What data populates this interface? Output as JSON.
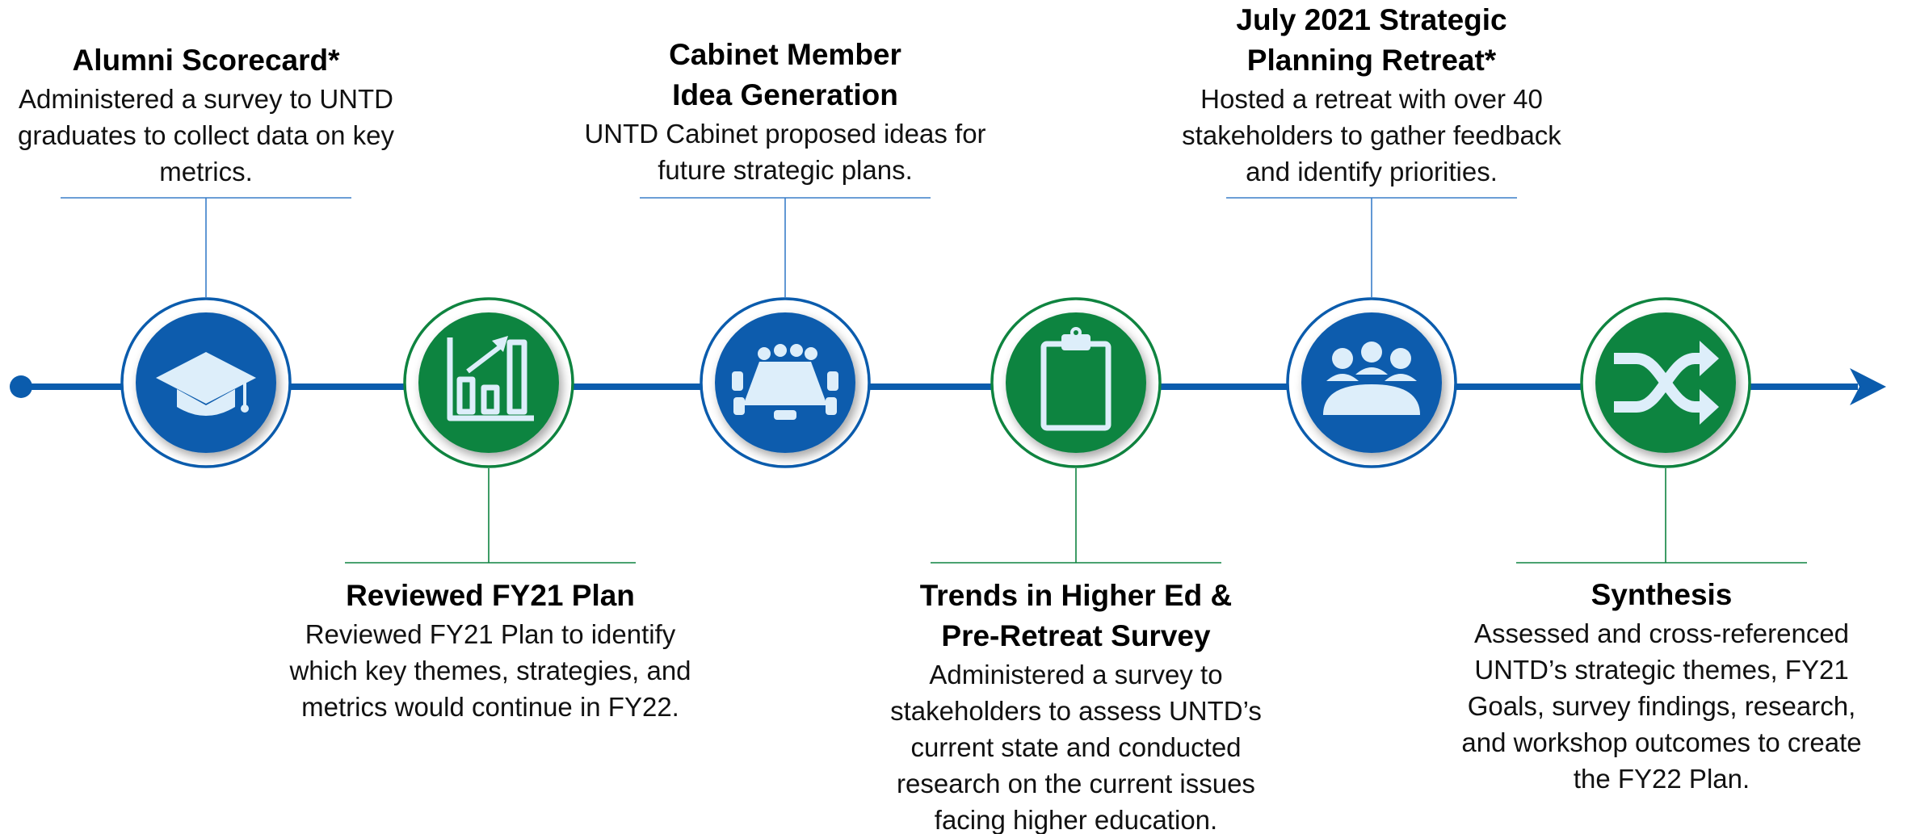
{
  "colors": {
    "blue": "#0b5cad",
    "blue_light": "#3a7ec9",
    "green": "#0f8440",
    "icon_fill": "#ddeefa",
    "text": "#111111"
  },
  "steps": [
    {
      "title": "Alumni Scorecard*",
      "description": "Administered a survey to UNTD graduates to collect data on key metrics.",
      "icon": "graduation-cap-icon",
      "color": "blue",
      "position": "above"
    },
    {
      "title": "Reviewed FY21 Plan",
      "description": "Reviewed FY21 Plan to identify which key themes, strategies, and metrics would continue in FY22.",
      "icon": "bar-chart-growth-icon",
      "color": "green",
      "position": "below"
    },
    {
      "title": "Cabinet Member Idea Generation",
      "description": "UNTD Cabinet proposed ideas for future strategic plans.",
      "icon": "conference-table-icon",
      "color": "blue",
      "position": "above"
    },
    {
      "title": "Trends in Higher Ed & Pre-Retreat Survey",
      "description": "Administered a survey to stakeholders to assess UNTD’s current state and conducted research on the current issues facing higher education.",
      "icon": "clipboard-icon",
      "color": "green",
      "position": "below"
    },
    {
      "title": "July 2021 Strategic Planning Retreat*",
      "description": "Hosted a retreat with over 40 stakeholders to gather feedback and identify priorities.",
      "icon": "meeting-group-icon",
      "color": "blue",
      "position": "above"
    },
    {
      "title": "Synthesis",
      "description": "Assessed and cross-referenced UNTD’s strategic themes, FY21 Goals, survey findings, research, and workshop outcomes to create the FY22 Plan.",
      "icon": "shuffle-arrows-icon",
      "color": "green",
      "position": "below"
    }
  ]
}
